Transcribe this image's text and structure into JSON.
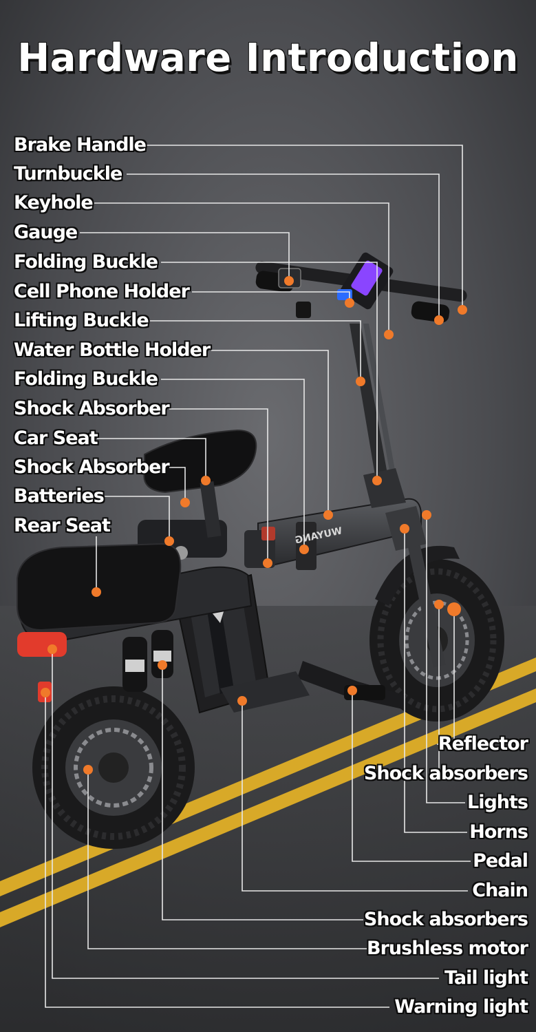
{
  "title": "Hardware Introduction",
  "brand_text": "WUYANG",
  "colors": {
    "marker": "#f07a2a",
    "leader": "#e8e8e8",
    "road_line": "#d8a928",
    "tail_light": "#e23b2c",
    "phone_accent": "#8a45ff"
  },
  "left_labels": [
    "Brake Handle",
    "Turnbuckle",
    "Keyhole",
    "Gauge",
    "Folding Buckle",
    "Cell Phone Holder",
    "Lifting Buckle",
    "Water Bottle Holder",
    "Folding Buckle",
    "Shock Absorber",
    "Car Seat",
    "Shock Absorber",
    "Batteries",
    "Rear Seat"
  ],
  "right_labels": [
    "Reflector",
    "Shock absorbers",
    "Lights",
    "Horns",
    "Pedal",
    "Chain",
    "Shock absorbers",
    "Brushless motor",
    "Tail light",
    "Warning light"
  ]
}
